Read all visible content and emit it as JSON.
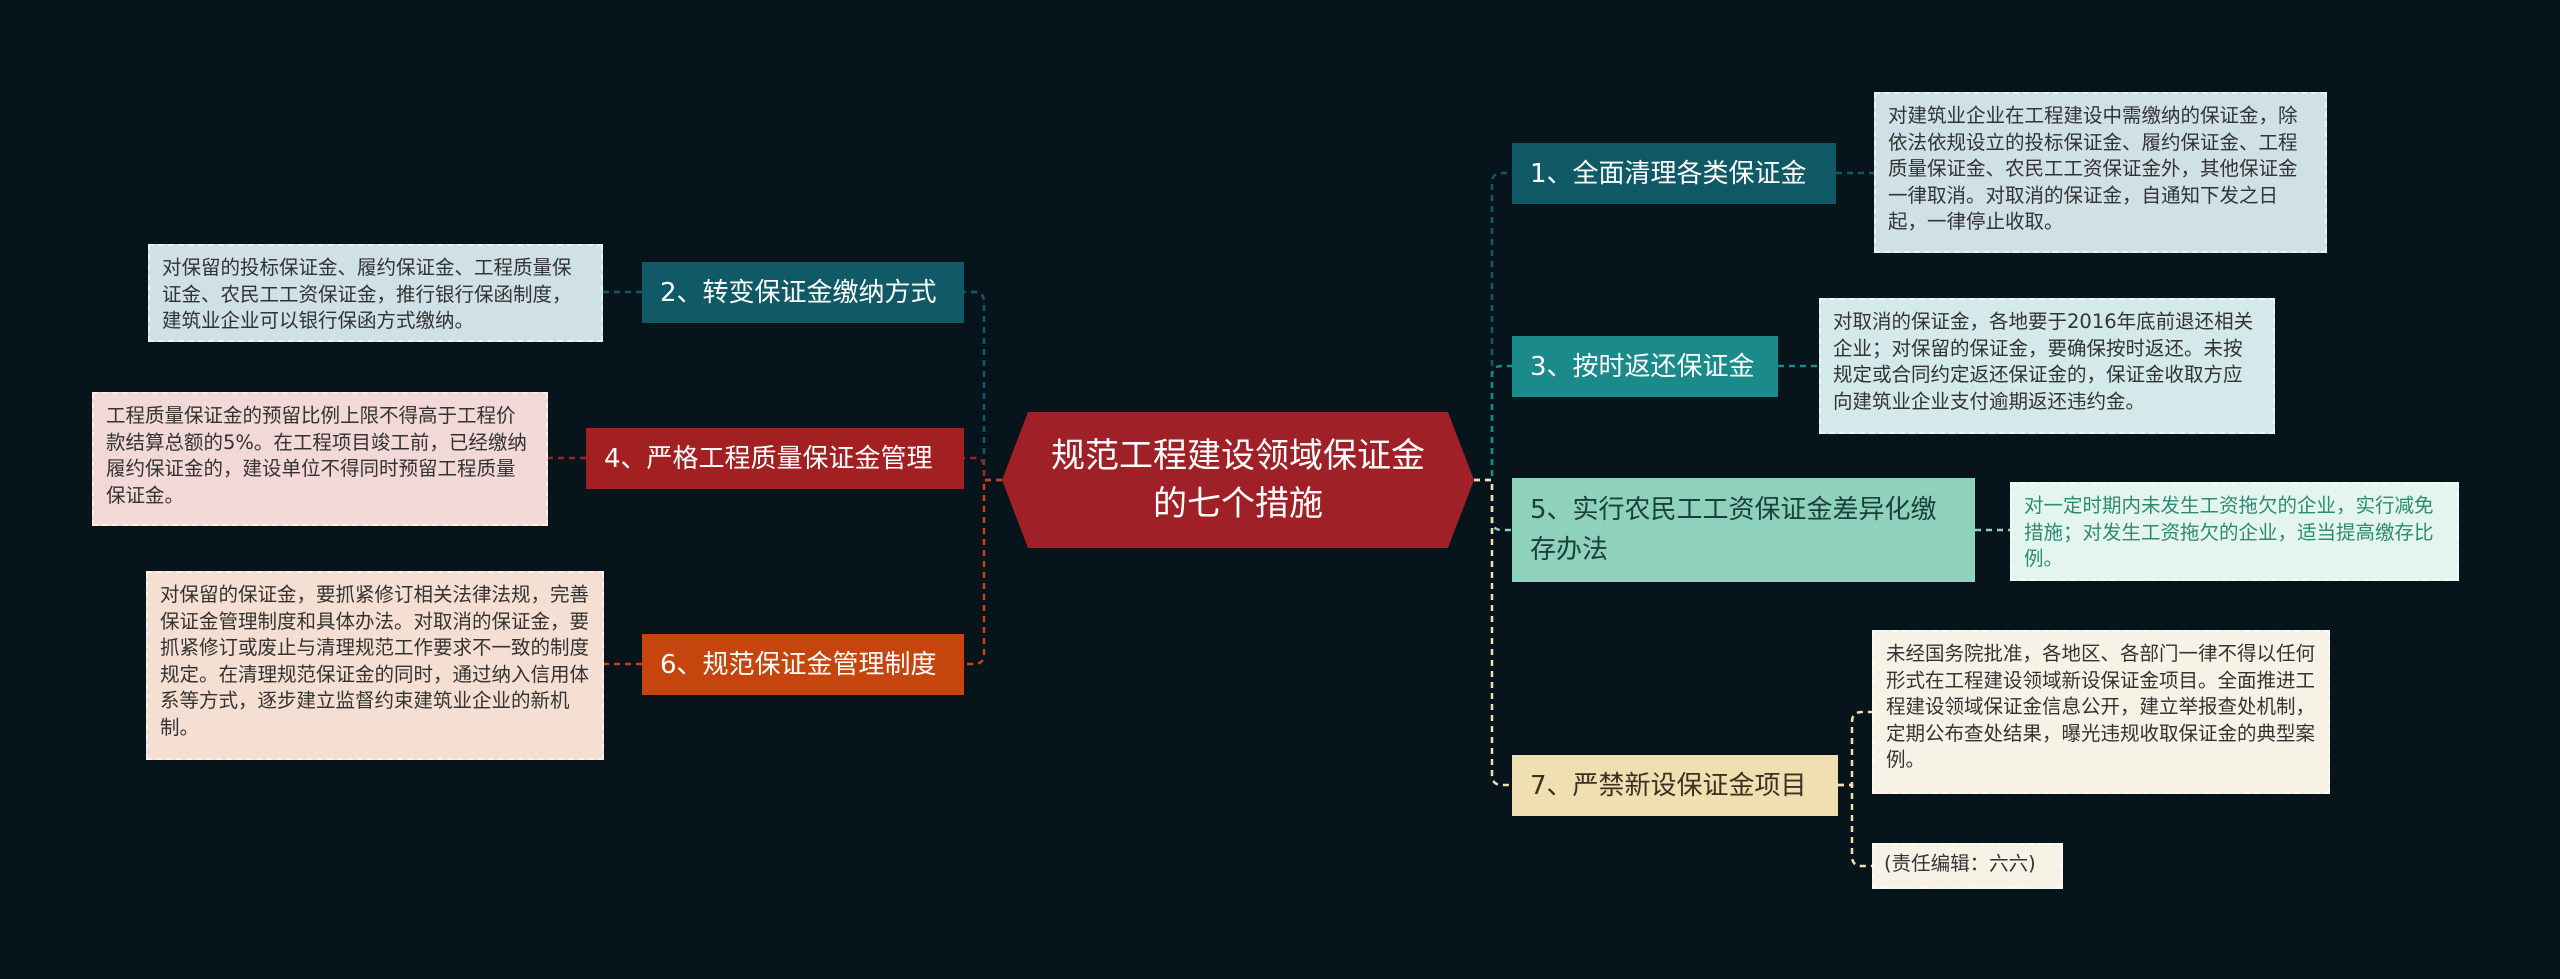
{
  "root": {
    "title": "规范工程建设领域保证金的七个措施"
  },
  "branches": {
    "b1": {
      "label": "1、全面清理各类保证金",
      "color": "#0f5a66",
      "note": "对建筑业企业在工程建设中需缴纳的保证金，除依法依规设立的投标保证金、履约保证金、工程质量保证金、农民工工资保证金外，其他保证金一律取消。对取消的保证金，自通知下发之日起，一律停止收取。"
    },
    "b2": {
      "label": "2、转变保证金缴纳方式",
      "color": "#0f5a66",
      "note": "对保留的投标保证金、履约保证金、工程质量保证金、农民工工资保证金，推行银行保函制度，建筑业企业可以银行保函方式缴纳。"
    },
    "b3": {
      "label": "3、按时返还保证金",
      "color": "#1a8a8a",
      "note": "对取消的保证金，各地要于2016年底前退还相关企业；对保留的保证金，要确保按时返还。未按规定或合同约定返还保证金的，保证金收取方应向建筑业企业支付逾期返还违约金。"
    },
    "b4": {
      "label": "4、严格工程质量保证金管理",
      "color": "#a21f22",
      "note": "工程质量保证金的预留比例上限不得高于工程价款结算总额的5%。在工程项目竣工前，已经缴纳履约保证金的，建设单位不得同时预留工程质量保证金。"
    },
    "b5": {
      "label": "5、实行农民工工资保证金差异化缴存办法",
      "color": "#8ed1bd",
      "note": "对一定时期内未发生工资拖欠的企业，实行减免措施；对发生工资拖欠的企业，适当提高缴存比例。"
    },
    "b6": {
      "label": "6、规范保证金管理制度",
      "color": "#c6450f",
      "note": "对保留的保证金，要抓紧修订相关法律法规，完善保证金管理制度和具体办法。对取消的保证金，要抓紧修订或废止与清理规范工作要求不一致的制度规定。在清理规范保证金的同时，通过纳入信用体系等方式，逐步建立监督约束建筑业企业的新机制。"
    },
    "b7": {
      "label": "7、严禁新设保证金项目",
      "color": "#f0dfb0",
      "note": "未经国务院批准，各地区、各部门一律不得以任何形式在工程建设领域新设保证金项目。全面推进工程建设领域保证金信息公开，建立举报查处机制，定期公布查处结果，曝光违规收取保证金的典型案例。",
      "note2": "(责任编辑：六六)"
    }
  }
}
